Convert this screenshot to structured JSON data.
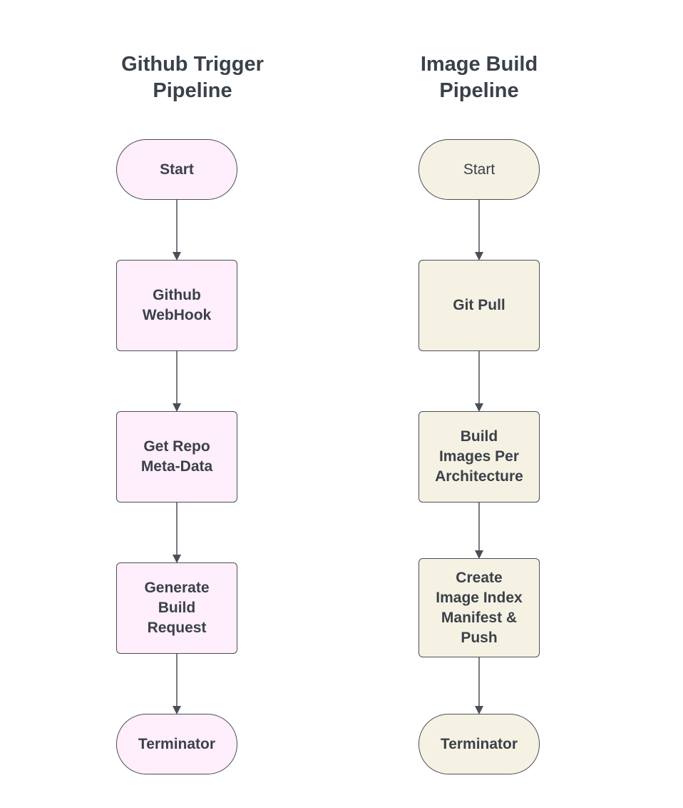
{
  "left_pipeline": {
    "title_line1": "Github Trigger",
    "title_line2": "Pipeline",
    "fill_color": "#ffeefc",
    "nodes": {
      "start": "Start",
      "webhook_line1": "Github",
      "webhook_line2": "WebHook",
      "repo_line1": "Get Repo",
      "repo_line2": "Meta-Data",
      "generate_line1": "Generate",
      "generate_line2": "Build",
      "generate_line3": "Request",
      "end": "Terminator"
    }
  },
  "right_pipeline": {
    "title_line1": "Image Build",
    "title_line2": "Pipeline",
    "fill_color": "#f6f2e3",
    "nodes": {
      "start": "Start",
      "git_pull": "Git Pull",
      "build_line1": "Build",
      "build_line2": "Images Per",
      "build_line3": "Architecture",
      "create_line1": "Create",
      "create_line2": "Image Index",
      "create_line3": "Manifest &",
      "create_line4": "Push",
      "end": "Terminator"
    }
  },
  "colors": {
    "text": "#3a414a",
    "border": "#4a4f57",
    "arrow": "#4a4f57"
  }
}
